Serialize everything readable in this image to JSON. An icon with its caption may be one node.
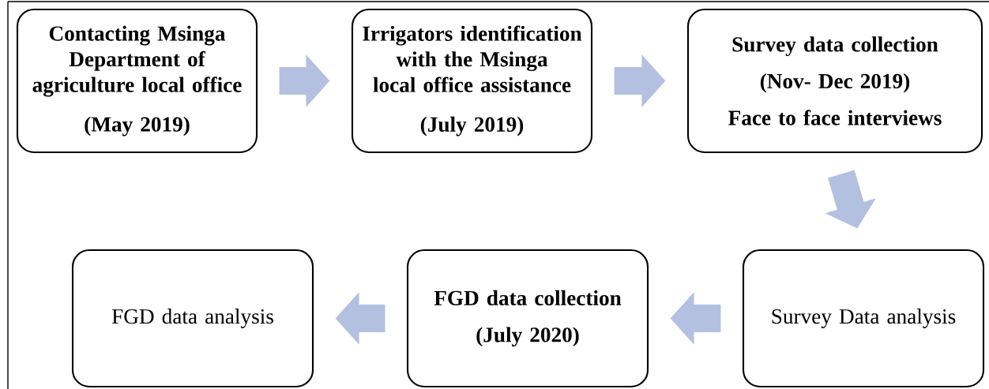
{
  "diagram": {
    "nodes": [
      {
        "text": [
          "Contacting Msinga Department of agriculture local office",
          "(May 2019)"
        ]
      },
      {
        "text": [
          "Irrigators identification with the Msinga local office assistance",
          "(July 2019)"
        ]
      },
      {
        "text": [
          "Survey data collection",
          "(Nov- Dec 2019)",
          "Face to face interviews"
        ]
      },
      {
        "text": [
          "Survey Data analysis"
        ]
      },
      {
        "text": [
          "FGD data collection",
          "(July 2020)"
        ]
      },
      {
        "text": [
          "FGD data analysis"
        ]
      }
    ],
    "edges": [
      {
        "from": 0,
        "to": 1,
        "arrow": "to"
      },
      {
        "from": 1,
        "to": 2,
        "arrow": "to"
      },
      {
        "from": 2,
        "to": 3,
        "arrow": "to"
      },
      {
        "from": 3,
        "to": 4,
        "arrow": "to"
      },
      {
        "from": 4,
        "to": 5,
        "arrow": "to"
      }
    ]
  }
}
